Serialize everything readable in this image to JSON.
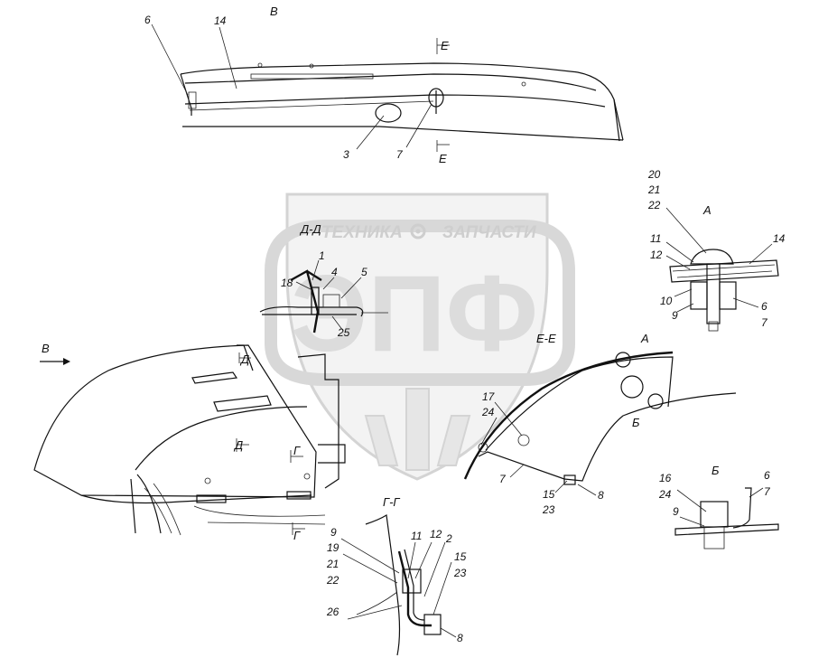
{
  "section_titles": {
    "view_b": "В",
    "section_dd": "Д-Д",
    "section_ee": "Е-Е",
    "section_gg": "Г-Г",
    "detail_a": "А",
    "detail_b": "Б"
  },
  "section_marks": {
    "e_top": "Е",
    "e_bottom": "Е",
    "d_top": "Д",
    "d_bottom": "Д",
    "g_top": "Г",
    "g_bottom": "Г",
    "b_arrow": "В",
    "a_callout": "А",
    "b_callout": "Б"
  },
  "callouts": {
    "top": {
      "c6": "6",
      "c14": "14",
      "c3": "3",
      "c7": "7"
    },
    "dd": {
      "c1": "1",
      "c18": "18",
      "c4": "4",
      "c5": "5",
      "c25": "25"
    },
    "a": {
      "c20": "20",
      "c21": "21",
      "c22": "22",
      "c11": "11",
      "c12": "12",
      "c14": "14",
      "c10": "10",
      "c9": "9",
      "c6": "6",
      "c7": "7"
    },
    "ee": {
      "c17": "17",
      "c24": "24",
      "c7": "7",
      "c15": "15",
      "c23": "23",
      "c8": "8"
    },
    "b": {
      "c16": "16",
      "c24": "24",
      "c6": "6",
      "c7": "7",
      "c9": "9"
    },
    "gg": {
      "c9": "9",
      "c19": "19",
      "c21": "21",
      "c22": "22",
      "c11": "11",
      "c12": "12",
      "c2": "2",
      "c15": "15",
      "c23": "23",
      "c26": "26",
      "c8": "8"
    }
  },
  "watermark": {
    "left_text": "ТЕХНИКА",
    "right_text": "ЗАПЧАСТИ",
    "logo_letters": "ЭПФ",
    "gear_icon": "gear-icon",
    "color": "#cccccc"
  }
}
